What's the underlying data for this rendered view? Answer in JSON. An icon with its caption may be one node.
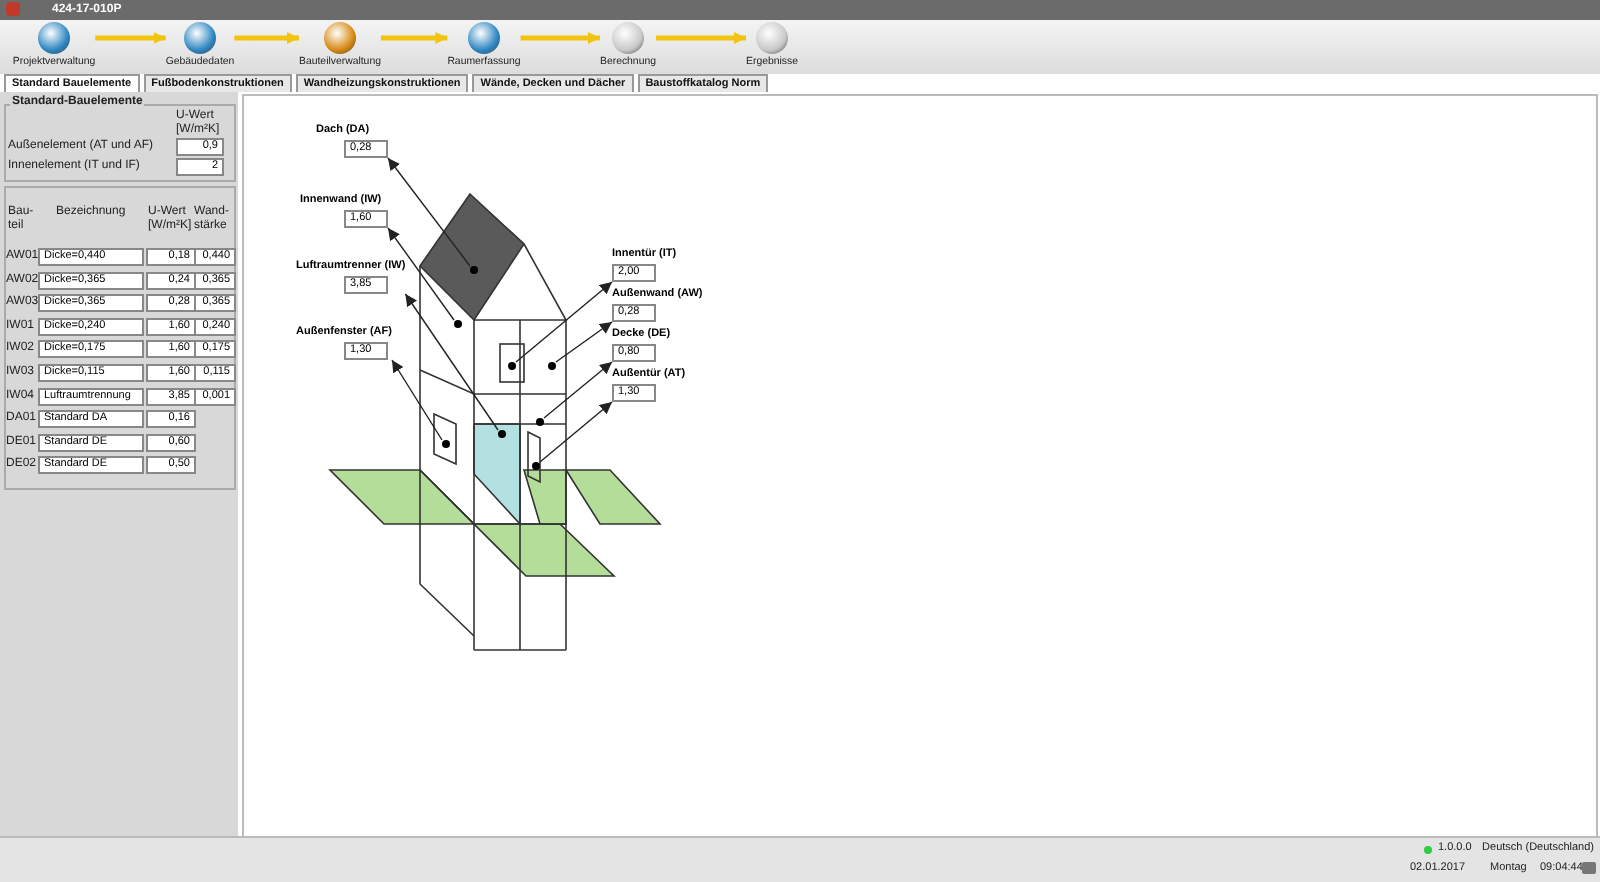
{
  "diagram": {
    "title": "424-17-010P",
    "nodes": [
      {
        "text": [
          "Projektverwaltung"
        ]
      },
      {
        "text": [
          "Gebäudedaten"
        ]
      },
      {
        "text": [
          "Bauteilverwaltung"
        ]
      },
      {
        "text": [
          "Raumerfassung"
        ]
      },
      {
        "text": [
          "Berechnung"
        ]
      },
      {
        "text": [
          "Ergebnisse"
        ]
      },
      {
        "text": [
          "Dach (DA)",
          "0,28"
        ]
      },
      {
        "text": [
          "Innenwand (IW)",
          "1,60"
        ]
      },
      {
        "text": [
          "Luftraumtrenner (IW)",
          "3,85"
        ]
      },
      {
        "text": [
          "Außenfenster (AF)",
          "1,30"
        ]
      },
      {
        "text": [
          "Innentür (IT)",
          "2,00"
        ]
      },
      {
        "text": [
          "Außenwand (AW)",
          "0,28"
        ]
      },
      {
        "text": [
          "Decke (DE)",
          "0,80"
        ]
      },
      {
        "text": [
          "Außentür (AT)",
          "1,30"
        ]
      },
      {
        "text": [],
        "shape": "circle"
      },
      {
        "text": [],
        "shape": "circle"
      },
      {
        "text": [],
        "shape": "circle"
      },
      {
        "text": [],
        "shape": "circle"
      },
      {
        "text": [],
        "shape": "circle"
      },
      {
        "text": [],
        "shape": "circle"
      },
      {
        "text": [],
        "shape": "circle"
      },
      {
        "text": [],
        "shape": "circle"
      }
    ],
    "edges": [
      {
        "from": 0,
        "to": 1,
        "arrow": "to",
        "style": "thick",
        "color": "#f1c40f"
      },
      {
        "from": 1,
        "to": 2,
        "arrow": "to",
        "style": "thick",
        "color": "#f1c40f"
      },
      {
        "from": 2,
        "to": 3,
        "arrow": "to",
        "style": "thick",
        "color": "#f1c40f"
      },
      {
        "from": 3,
        "to": 4,
        "arrow": "to",
        "style": "thick",
        "color": "#f1c40f"
      },
      {
        "from": 4,
        "to": 5,
        "arrow": "to",
        "style": "thick",
        "color": "#f1c40f"
      },
      {
        "from": 14,
        "to": 6,
        "arrow": "to"
      },
      {
        "from": 15,
        "to": 7,
        "arrow": "to"
      },
      {
        "from": 16,
        "to": 8,
        "arrow": "to"
      },
      {
        "from": 17,
        "to": 9,
        "arrow": "to"
      },
      {
        "from": 18,
        "to": 10,
        "arrow": "to"
      },
      {
        "from": 19,
        "to": 11,
        "arrow": "to"
      },
      {
        "from": 20,
        "to": 12,
        "arrow": "to"
      },
      {
        "from": 21,
        "to": 13,
        "arrow": "to"
      }
    ],
    "labels": [
      "Standard Bauelemente",
      "Fußbodenkonstruktionen",
      "Wandheizungskonstruktionen",
      "Wände, Decken und Dächer",
      "Baustoffkatalog Norm",
      "Standard-Bauelemente",
      "U-Wert [W/m²K]",
      "Außenelement (AT und AF)",
      "0,9",
      "Innenelement (IT und IF)",
      "2",
      "Bau-teil",
      "Bezeichnung",
      "U-Wert [W/m²K]",
      "Wand-stärke",
      "AW01",
      "Dicke=0,440",
      "0,18",
      "0,440",
      "AW02",
      "Dicke=0,365",
      "0,24",
      "0,365",
      "AW03",
      "Dicke=0,365",
      "0,28",
      "0,365",
      "IW01",
      "Dicke=0,240",
      "1,60",
      "0,240",
      "IW02",
      "Dicke=0,175",
      "1,60",
      "0,175",
      "IW03",
      "Dicke=0,115",
      "1,60",
      "0,115",
      "IW04",
      "Luftraumtrennung",
      "3,85",
      "0,001",
      "DA01",
      "Standard DA",
      "0,16",
      "DE01",
      "Standard DE",
      "0,60",
      "DE02",
      "Standard DE",
      "0,50",
      "1.0.0.0",
      "Deutsch (Deutschland)",
      "02.01.2017",
      "Montag",
      "09:04:44"
    ]
  }
}
